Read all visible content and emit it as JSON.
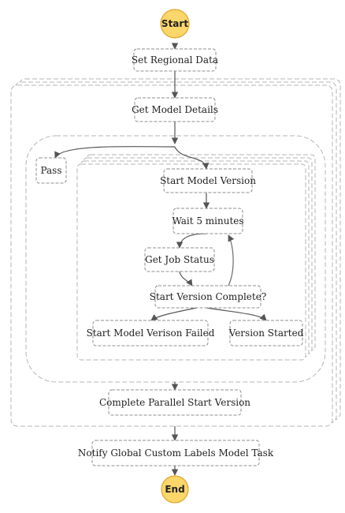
{
  "colors": {
    "terminal_fill": "#fbd66a",
    "terminal_stroke": "#e0a52a",
    "node_border": "#8f8f8f",
    "group_border": "#b5b5b5",
    "edge": "#555555"
  },
  "nodes": {
    "start": "Start",
    "set_regional_data": "Set Regional Data",
    "get_model_details": "Get Model Details",
    "pass": "Pass",
    "start_model_version": "Start Model Version",
    "wait_5_minutes": "Wait 5 minutes",
    "get_job_status": "Get Job Status",
    "start_version_complete": "Start Version Complete?",
    "start_model_version_failed": "Start Model Verison Failed",
    "version_started": "Version Started",
    "complete_parallel_start_version": "Complete Parallel Start Version",
    "notify_global_custom_labels_model_task": "Notify Global Custom Labels Model Task",
    "end": "End"
  }
}
